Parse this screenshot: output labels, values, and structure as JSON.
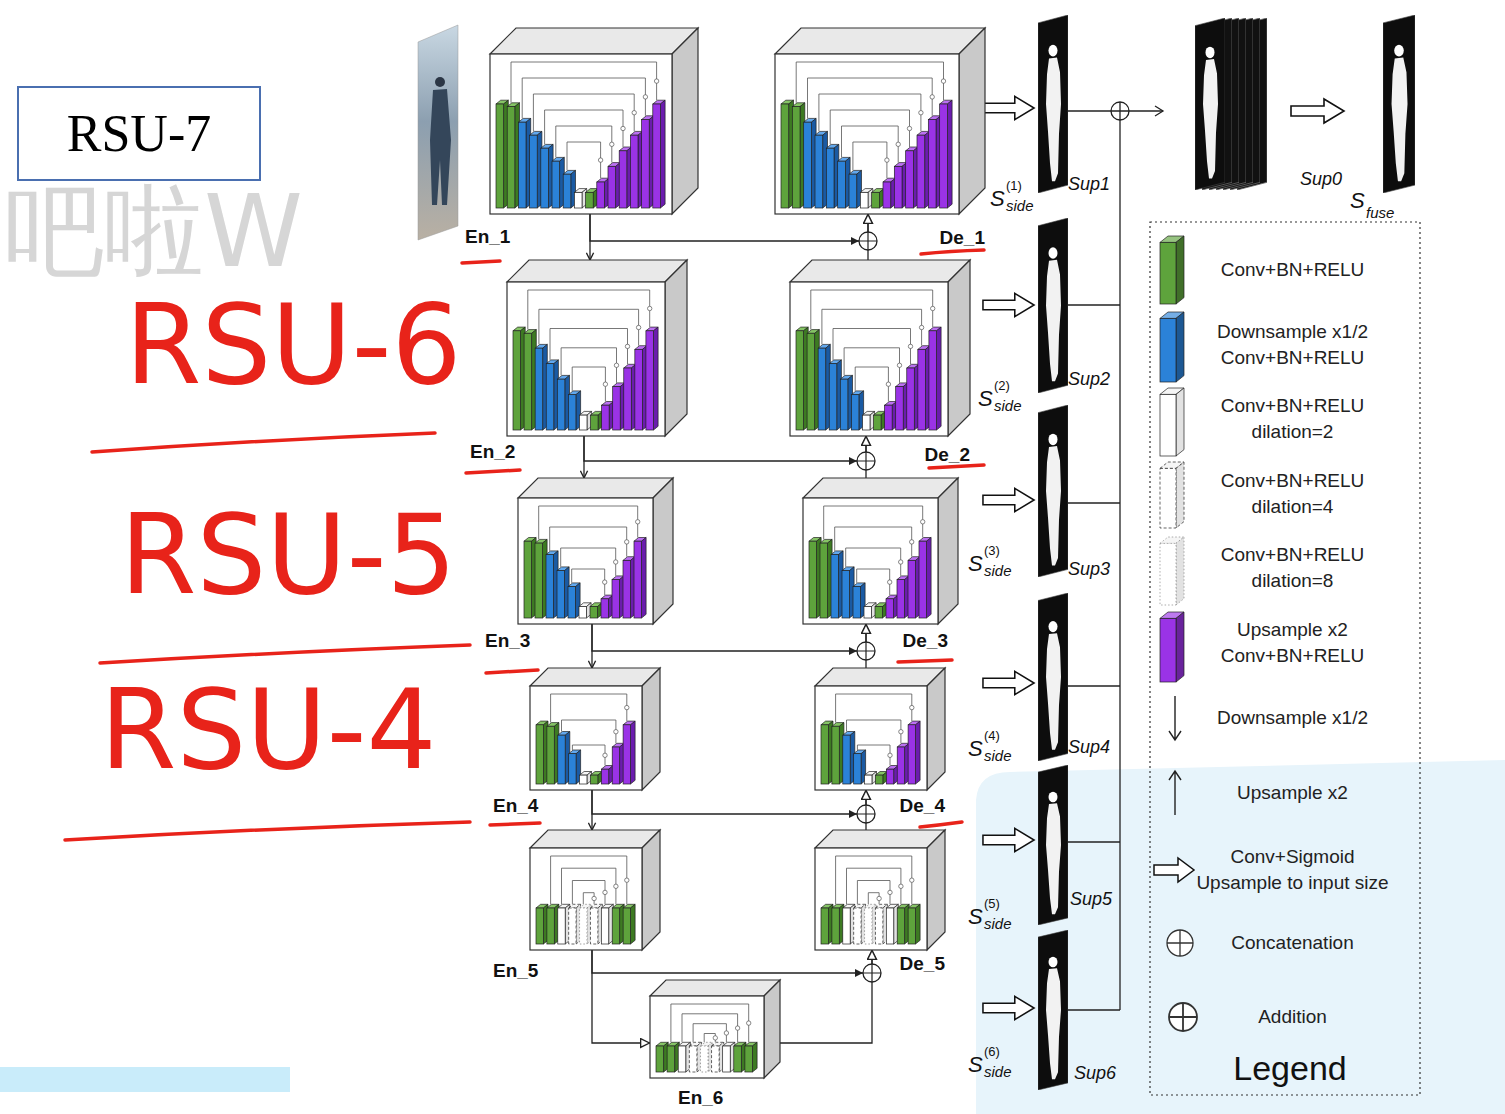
{
  "diagram": {
    "nodes": [
      {
        "text": [
          "RSU-7"
        ]
      },
      {
        "text": [
          "En_1"
        ]
      },
      {
        "text": [
          "De_1"
        ]
      },
      {
        "text": [
          "En_2"
        ]
      },
      {
        "text": [
          "De_2"
        ]
      },
      {
        "text": [
          "En_3"
        ]
      },
      {
        "text": [
          "De_3"
        ]
      },
      {
        "text": [
          "En_4"
        ]
      },
      {
        "text": [
          "De_4"
        ]
      },
      {
        "text": [
          "En_5"
        ]
      },
      {
        "text": [
          "De_5"
        ]
      },
      {
        "text": [
          "En_6"
        ]
      }
    ],
    "edges": [
      {
        "from": 1,
        "to": 3,
        "arrow": "to"
      },
      {
        "from": 1,
        "to": 2,
        "arrow": "to"
      },
      {
        "from": 4,
        "to": 2,
        "arrow": "to"
      },
      {
        "from": 3,
        "to": 5,
        "arrow": "to"
      },
      {
        "from": 3,
        "to": 4,
        "arrow": "to"
      },
      {
        "from": 6,
        "to": 4,
        "arrow": "to"
      },
      {
        "from": 5,
        "to": 7,
        "arrow": "to"
      },
      {
        "from": 5,
        "to": 6,
        "arrow": "to"
      },
      {
        "from": 8,
        "to": 6,
        "arrow": "to"
      },
      {
        "from": 7,
        "to": 9,
        "arrow": "to"
      },
      {
        "from": 7,
        "to": 8,
        "arrow": "to"
      },
      {
        "from": 10,
        "to": 8,
        "arrow": "to"
      },
      {
        "from": 9,
        "to": 11,
        "arrow": "to"
      },
      {
        "from": 9,
        "to": 10,
        "arrow": "to"
      },
      {
        "from": 11,
        "to": 10,
        "arrow": "to"
      }
    ],
    "labels": [
      "吧啦W",
      "RSU-6",
      "RSU-5",
      "RSU-4",
      "S",
      "(1)",
      "side",
      "Sup1",
      "S",
      "(2)",
      "side",
      "Sup2",
      "S",
      "(3)",
      "side",
      "Sup3",
      "S",
      "(4)",
      "side",
      "Sup4",
      "S",
      "(5)",
      "side",
      "Sup5",
      "S",
      "(6)",
      "side",
      "Sup6",
      "Sup0",
      "S",
      "fuse",
      "Legend"
    ],
    "legend": [
      {
        "text": "Conv+BN+RELU",
        "color": "#5ea33c"
      },
      {
        "text": "Downsample x1/2 Conv+BN+RELU",
        "color": "#2b82d8"
      },
      {
        "text": "Conv+BN+RELU dilation=2"
      },
      {
        "text": "Conv+BN+RELU dilation=4"
      },
      {
        "text": "Conv+BN+RELU dilation=8"
      },
      {
        "text": "Upsample x2 Conv+BN+RELU",
        "color": "#9a33e6"
      },
      {
        "text": "Downsample x1/2"
      },
      {
        "text": "Upsample x2"
      },
      {
        "text": "Conv+Sigmoid Upsample to input size"
      },
      {
        "text": "Concatenation"
      },
      {
        "text": "Addition"
      }
    ]
  }
}
